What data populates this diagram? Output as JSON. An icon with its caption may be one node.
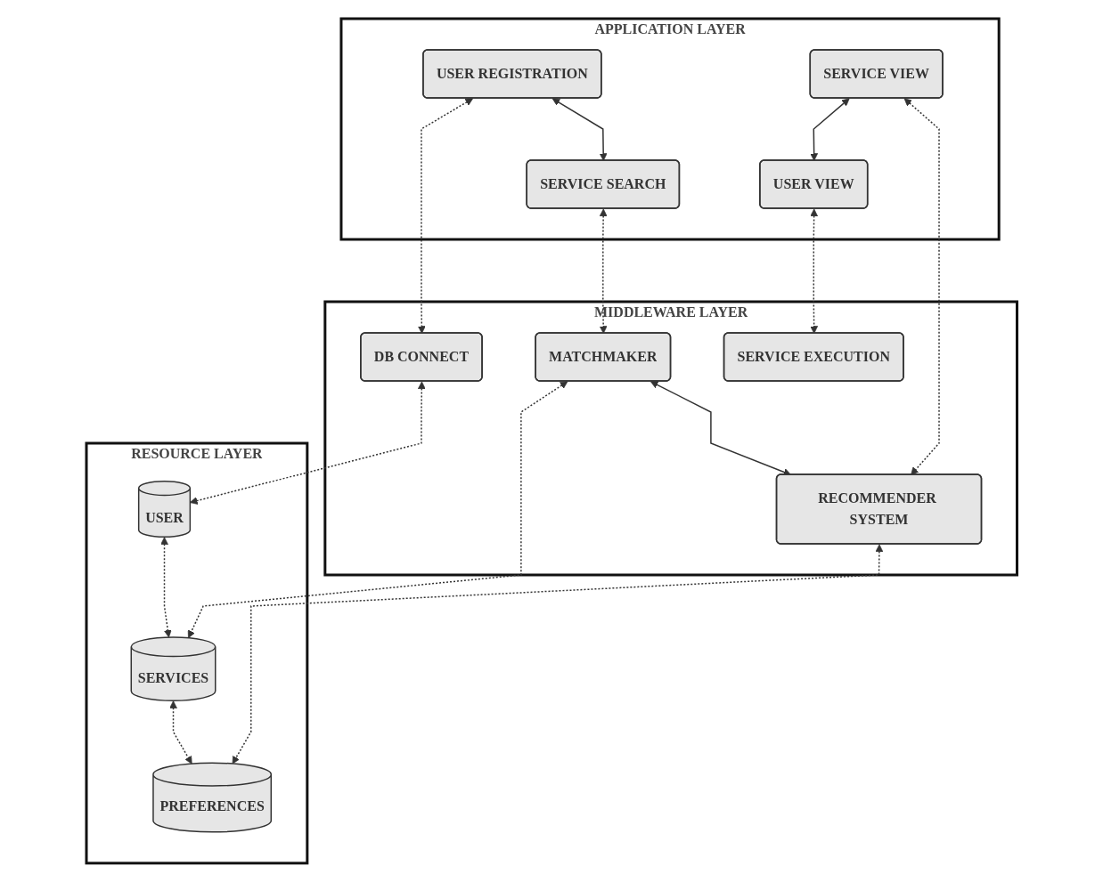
{
  "diagram": {
    "nodes": [
      {
        "text": [
          "APPLICATION LAYER"
        ]
      },
      {
        "text": [
          "USER REGISTRATION"
        ],
        "in": 0
      },
      {
        "text": [
          "SERVICE SEARCH"
        ],
        "in": 0
      },
      {
        "text": [
          "SERVICE VIEW"
        ],
        "in": 0
      },
      {
        "text": [
          "USER VIEW"
        ],
        "in": 0
      },
      {
        "text": [
          "MIDDLEWARE LAYER"
        ]
      },
      {
        "text": [
          "DB CONNECT"
        ],
        "in": 5
      },
      {
        "text": [
          "MATCHMAKER"
        ],
        "in": 5
      },
      {
        "text": [
          "RECOMMENDER SYSTEM"
        ],
        "in": 5
      },
      {
        "text": [
          "SERVICE EXECUTION"
        ],
        "in": 5
      },
      {
        "text": [
          "RESOURCE LAYER"
        ]
      },
      {
        "text": [
          "USER"
        ],
        "in": 10
      },
      {
        "text": [
          "SERVICES"
        ],
        "in": 10
      },
      {
        "text": [
          "PREFERENCES"
        ],
        "in": 10
      }
    ],
    "edges": [
      {
        "from": 1,
        "to": 2,
        "arrow": "both"
      },
      {
        "from": 3,
        "to": 4,
        "arrow": "both"
      },
      {
        "from": 1,
        "to": 6,
        "arrow": "both",
        "style": "dashed"
      },
      {
        "from": 2,
        "to": 7,
        "arrow": "both",
        "style": "dashed"
      },
      {
        "from": 3,
        "to": 8,
        "arrow": "both",
        "style": "dashed"
      },
      {
        "from": 4,
        "to": 9,
        "arrow": "both",
        "style": "dashed"
      },
      {
        "from": 7,
        "to": 8,
        "arrow": "both"
      },
      {
        "from": 6,
        "to": 11,
        "arrow": "both",
        "style": "dashed"
      },
      {
        "from": 7,
        "to": 12,
        "arrow": "both",
        "style": "dashed"
      },
      {
        "from": 8,
        "to": 13,
        "arrow": "both",
        "style": "dashed"
      },
      {
        "from": 11,
        "to": 12,
        "arrow": "both",
        "style": "dashed"
      },
      {
        "from": 12,
        "to": 13,
        "arrow": "both",
        "style": "dashed"
      }
    ]
  }
}
